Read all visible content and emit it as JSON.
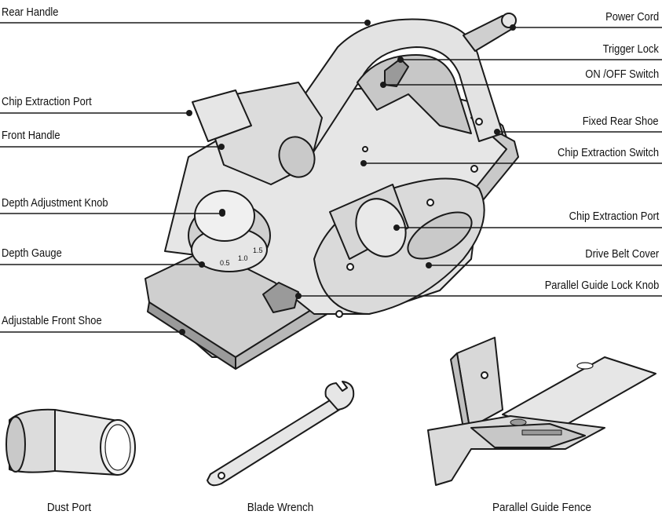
{
  "colors": {
    "body_fill": "#e6e6e6",
    "shade_fill": "#c9c9c9",
    "dark_fill": "#9a9a9a",
    "line": "#1a1a1a"
  },
  "callouts_left": [
    {
      "label": "Rear Handle"
    },
    {
      "label": "Chip Extraction Port"
    },
    {
      "label": "Front Handle"
    },
    {
      "label": "Depth Adjustment Knob"
    },
    {
      "label": "Depth Gauge"
    },
    {
      "label": "Adjustable Front Shoe"
    }
  ],
  "callouts_right": [
    {
      "label": "Power Cord"
    },
    {
      "label": "Trigger Lock"
    },
    {
      "label": "ON /OFF Switch"
    },
    {
      "label": "Fixed Rear Shoe"
    },
    {
      "label": "Chip Extraction Switch"
    },
    {
      "label": "Chip Extraction Port"
    },
    {
      "label": "Drive Belt Cover"
    },
    {
      "label": "Parallel Guide Lock Knob"
    }
  ],
  "accessories": [
    {
      "label": "Dust Port",
      "icon": "dust-port-icon"
    },
    {
      "label": "Blade Wrench",
      "icon": "blade-wrench-icon"
    },
    {
      "label": "Parallel Guide Fence",
      "icon": "parallel-guide-fence-icon"
    }
  ],
  "gauge_marks": [
    "0.5",
    "1.0",
    "1.5"
  ]
}
